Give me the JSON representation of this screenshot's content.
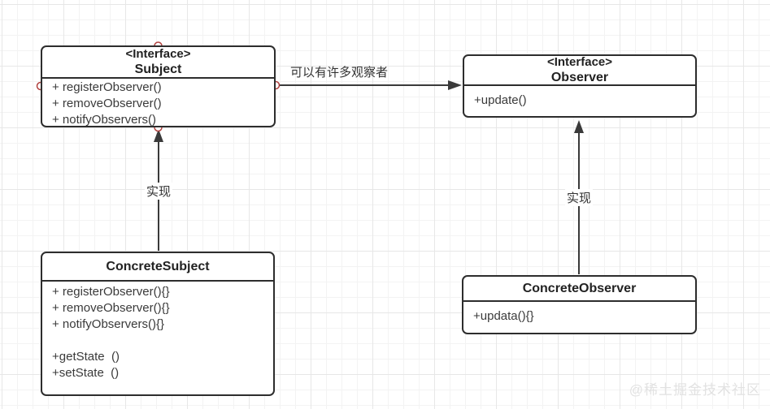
{
  "diagram": {
    "classes": [
      {
        "stereotype": "<Interface>",
        "name": "Subject",
        "members": [
          "+ registerObserver()",
          "+ removeObserver()",
          "+ notifyObservers()"
        ]
      },
      {
        "stereotype": "<Interface>",
        "name": "Observer",
        "members": [
          "+update()"
        ]
      },
      {
        "stereotype": "",
        "name": "ConcreteSubject",
        "members": [
          "+ registerObserver(){}",
          "+ removeObserver(){}",
          "+ notifyObservers(){}",
          "",
          "+getState  ()",
          "+setState  ()"
        ]
      },
      {
        "stereotype": "",
        "name": "ConcreteObserver",
        "members": [
          "+updata(){}"
        ]
      }
    ],
    "edges": [
      {
        "from": "Subject",
        "to": "Observer",
        "label": "可以有许多观察者"
      },
      {
        "from": "ConcreteSubject",
        "to": "Subject",
        "label": "实现"
      },
      {
        "from": "ConcreteObserver",
        "to": "Observer",
        "label": "实现"
      }
    ],
    "watermark": "@稀土掘金技术社区",
    "colors": {
      "box_border": "#2d2d2d",
      "arrow": "#3a3a3a",
      "handle_stroke": "#b0413e",
      "text": "#3a3a3a",
      "grid_minor": "#f3f3f3",
      "grid_major": "#e7e7e7",
      "watermark": "#e2e2e2"
    }
  }
}
